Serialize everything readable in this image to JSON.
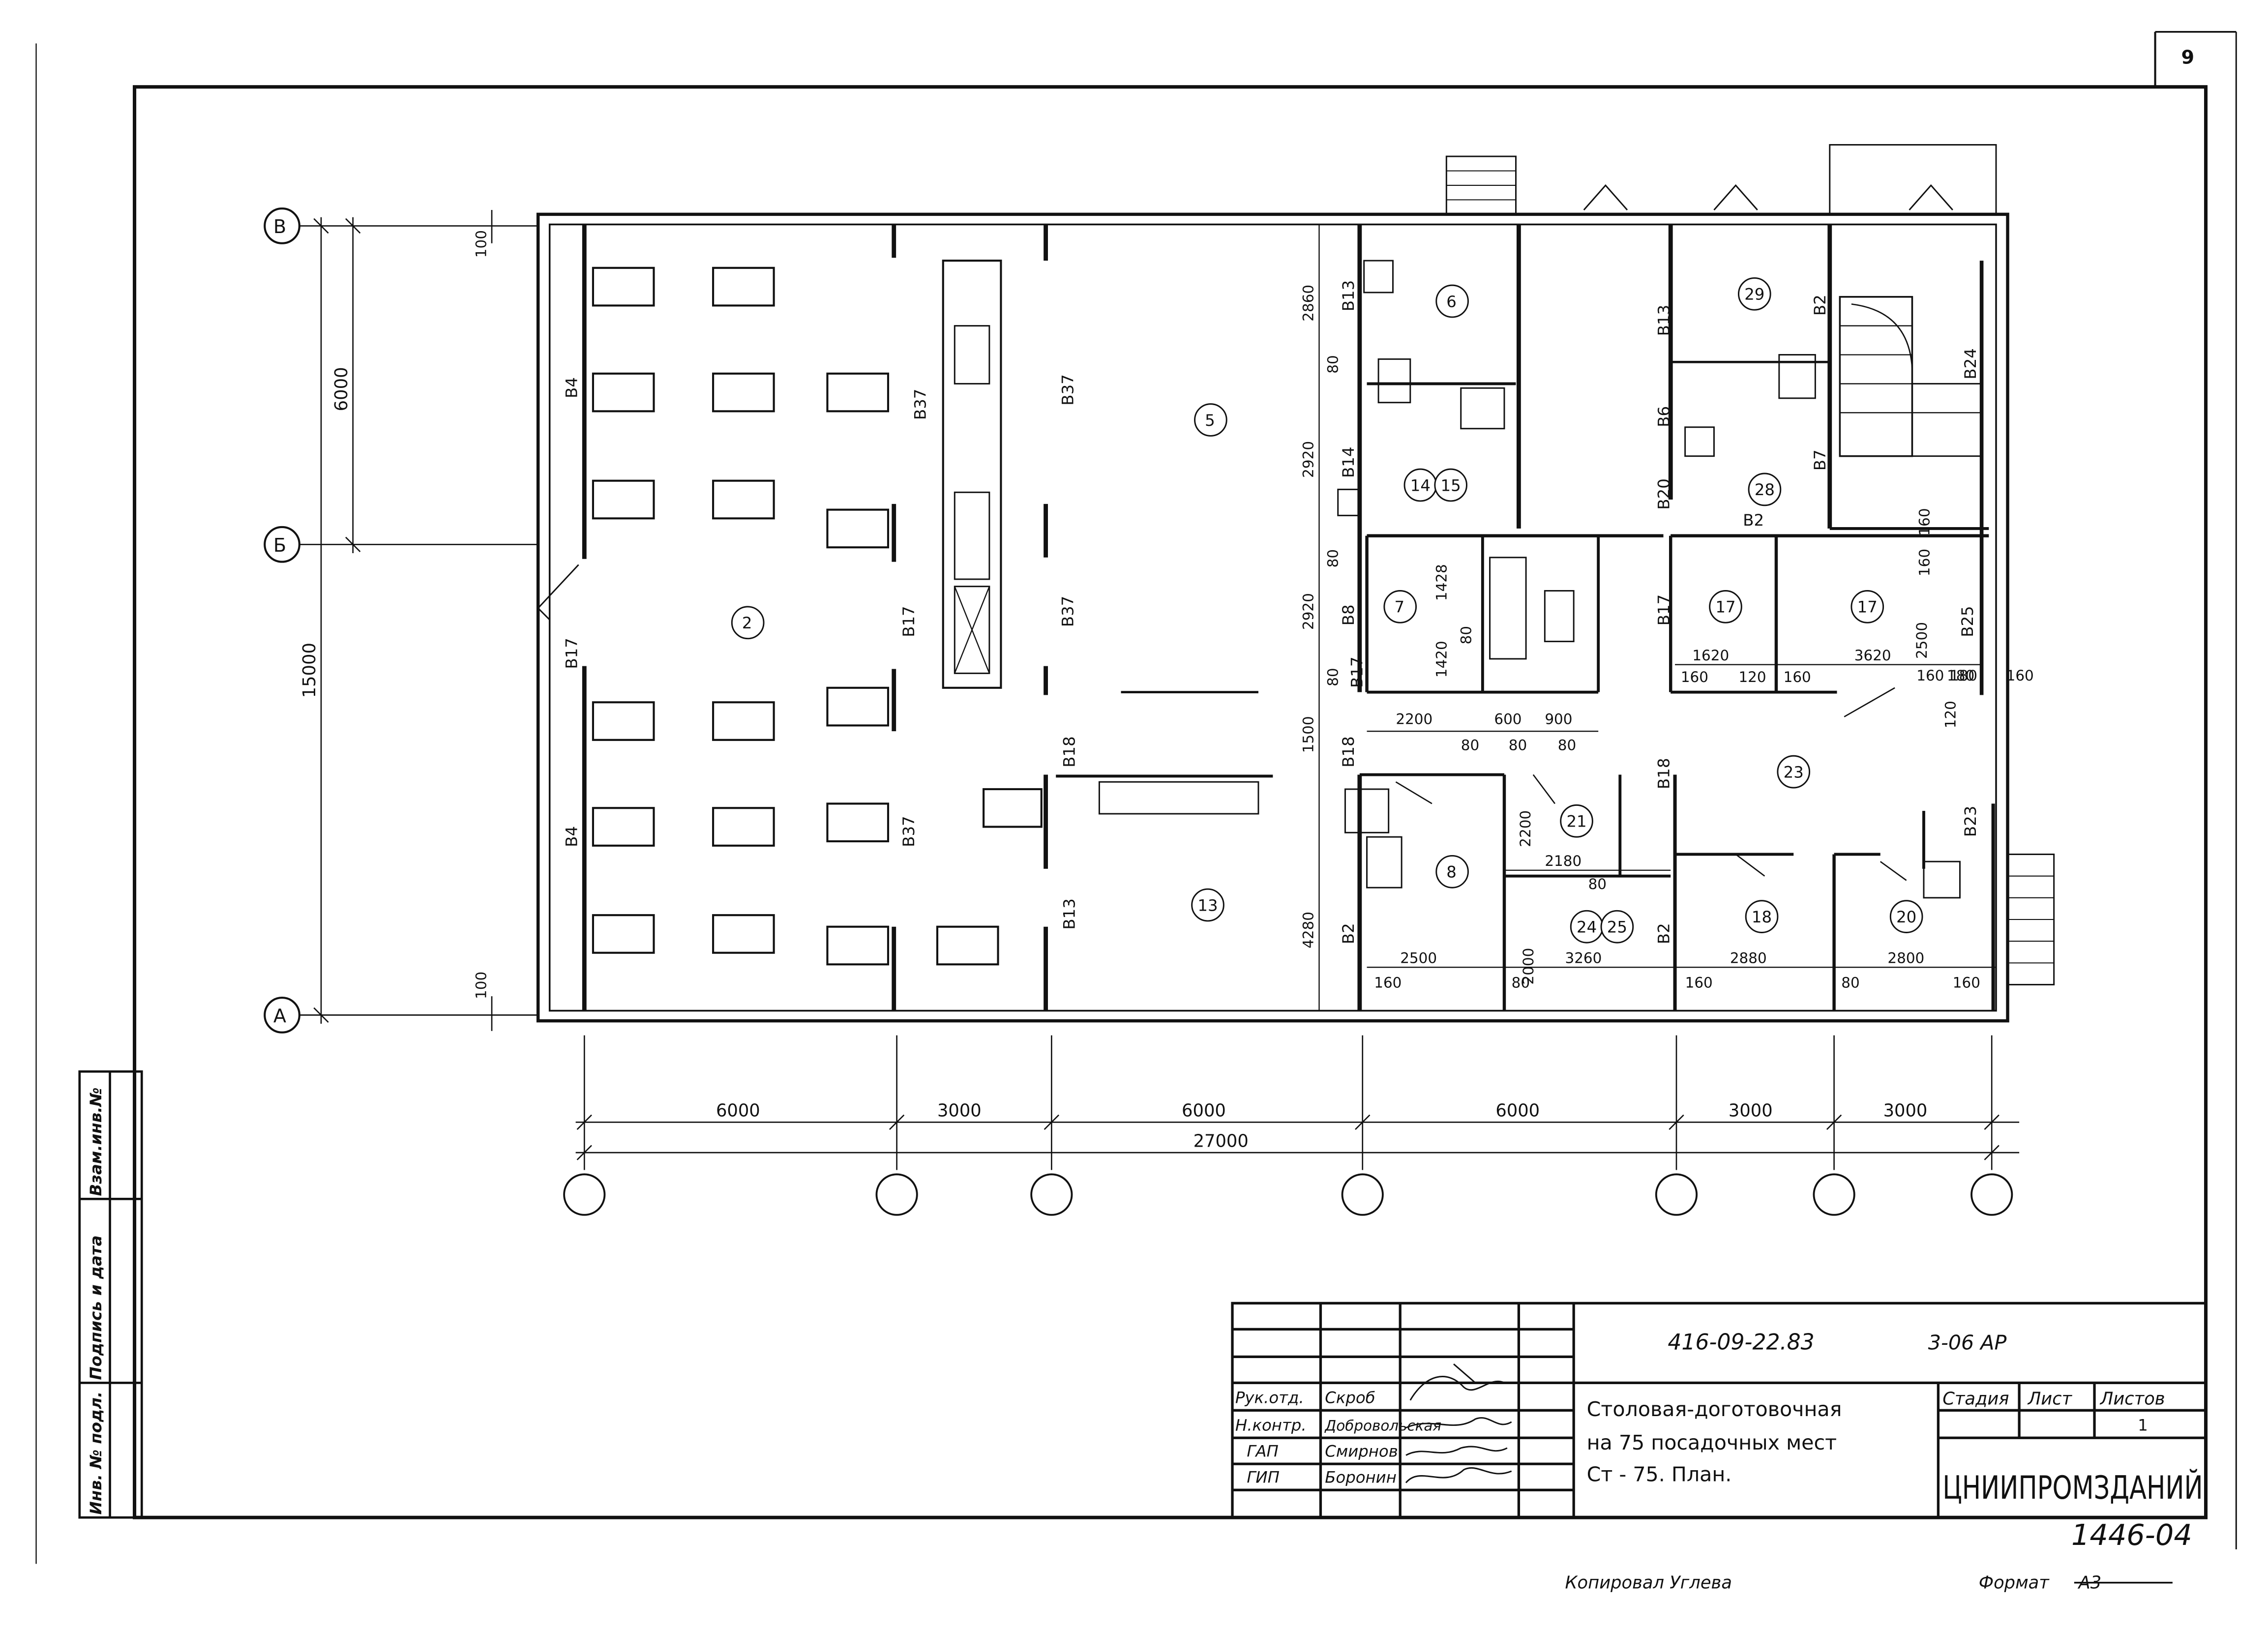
{
  "sheet_number": "9",
  "grid_axes": {
    "rows": [
      "В",
      "Б",
      "А"
    ],
    "vertical_dims": [
      "6000",
      "15000",
      "100",
      "100"
    ]
  },
  "bottom_dims": {
    "spans": [
      "6000",
      "3000",
      "6000",
      "6000",
      "3000",
      "3000"
    ],
    "total": "27000"
  },
  "rooms": [
    "2",
    "5",
    "6",
    "7",
    "8",
    "13",
    "14",
    "15",
    "17",
    "17",
    "18",
    "20",
    "21",
    "23",
    "24",
    "25",
    "28",
    "29"
  ],
  "wall_marks": [
    "B4",
    "B4",
    "B17",
    "B37",
    "B37",
    "B37",
    "B37",
    "B17",
    "B17",
    "B18",
    "B13",
    "B18",
    "B13",
    "B14",
    "B8",
    "B2",
    "B13",
    "B6",
    "B20",
    "B17",
    "B18",
    "B2",
    "B2",
    "B7",
    "B2",
    "B24",
    "B25",
    "B23"
  ],
  "inner_dims": [
    "2860",
    "2920",
    "2920",
    "1500",
    "4280",
    "80",
    "80",
    "80",
    "1428",
    "1420",
    "2200",
    "600",
    "900",
    "80",
    "80",
    "80",
    "80",
    "2500",
    "2000",
    "2200",
    "2180",
    "80",
    "3260",
    "2880",
    "2800",
    "160",
    "80",
    "160",
    "80",
    "160",
    "1620",
    "3620",
    "160",
    "120",
    "160",
    "2500",
    "160",
    "160",
    "180",
    "120",
    "160",
    "180",
    "160"
  ],
  "title_block": {
    "doc_code": "416-09-22.83",
    "sheet_code": "3-06 АР",
    "roles": [
      "Рук.отд.",
      "Н.контр.",
      "ГАП",
      "ГИП"
    ],
    "names": [
      "Скроб",
      "Добровольская",
      "Смирнов",
      "Боронин"
    ],
    "title_lines": [
      "Столовая-доготовочная",
      "на 75 посадочных мест",
      "Ст - 75. План."
    ],
    "stage_header": "Стадия",
    "sheet_header": "Лист",
    "sheets_header": "Листов",
    "sheet_value": "1",
    "org": "ЦНИИПРОМЗДАНИЙ"
  },
  "side_stamp": [
    "Инв. № подл.",
    "Подпись и дата",
    "Взам.инв.№"
  ],
  "archive_number": "1446-04",
  "footer": {
    "copied": "Копировал  Углева",
    "format_label": "Формат",
    "format_value": "А3"
  }
}
